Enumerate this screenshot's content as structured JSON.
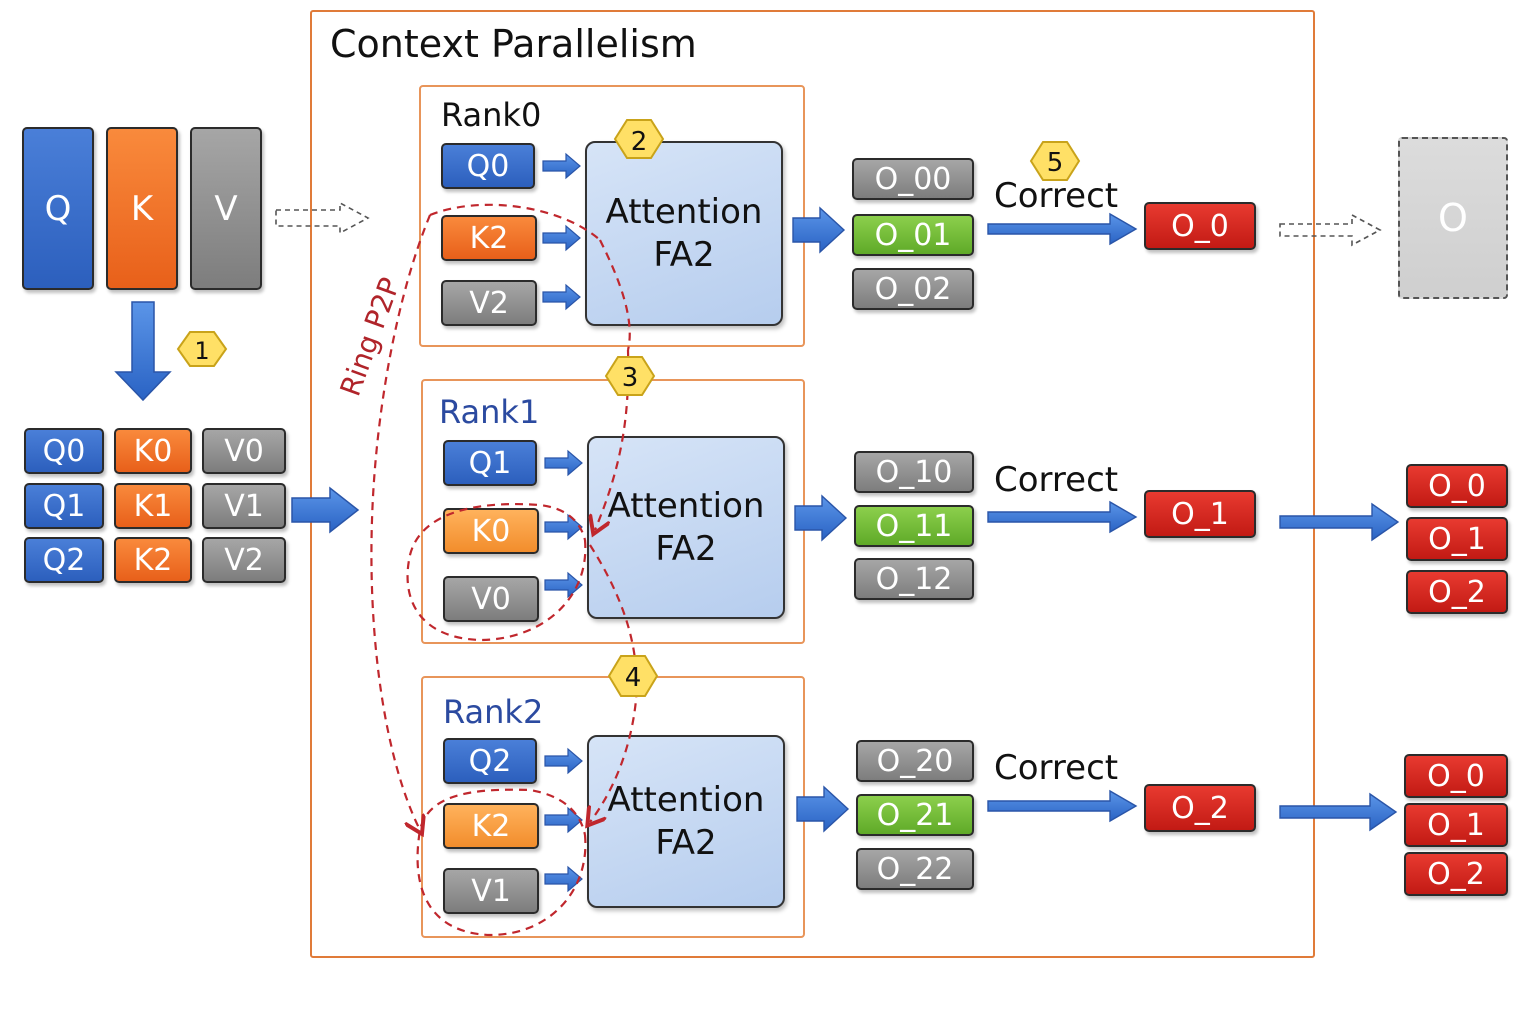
{
  "title": "Context Parallelism",
  "input": {
    "q": "Q",
    "k": "K",
    "v": "V"
  },
  "split": [
    [
      "Q0",
      "K0",
      "V0"
    ],
    [
      "Q1",
      "K1",
      "V1"
    ],
    [
      "Q2",
      "K2",
      "V2"
    ]
  ],
  "steps": [
    "1",
    "2",
    "3",
    "4",
    "5"
  ],
  "ring_label": "Ring P2P",
  "ranks": [
    {
      "label": "Rank0",
      "q": "Q0",
      "k": "K2",
      "v": "V2",
      "attn1": "Attention",
      "attn2": "FA2",
      "outs": [
        "O_00",
        "O_01",
        "O_02"
      ],
      "correct": "Correct",
      "result": "O_0"
    },
    {
      "label": "Rank1",
      "q": "Q1",
      "k": "K0",
      "v": "V0",
      "attn1": "Attention",
      "attn2": "FA2",
      "outs": [
        "O_10",
        "O_11",
        "O_12"
      ],
      "correct": "Correct",
      "result": "O_1"
    },
    {
      "label": "Rank2",
      "q": "Q2",
      "k": "K2",
      "v": "V1",
      "attn1": "Attention",
      "attn2": "FA2",
      "outs": [
        "O_20",
        "O_21",
        "O_22"
      ],
      "correct": "Correct",
      "result": "O_2"
    }
  ],
  "final_output": "O",
  "gathered": [
    [
      "O_0",
      "O_1",
      "O_2"
    ],
    [
      "O_0",
      "O_1",
      "O_2"
    ]
  ],
  "colors": {
    "q": "#2c5fbd",
    "k": "#e8601a",
    "v": "#7d7d7d",
    "partial_highlight": "#5faa28",
    "result": "#c21a14",
    "frame": "#e07b39",
    "ring": "#c0272d",
    "badge": "#ffe066"
  }
}
